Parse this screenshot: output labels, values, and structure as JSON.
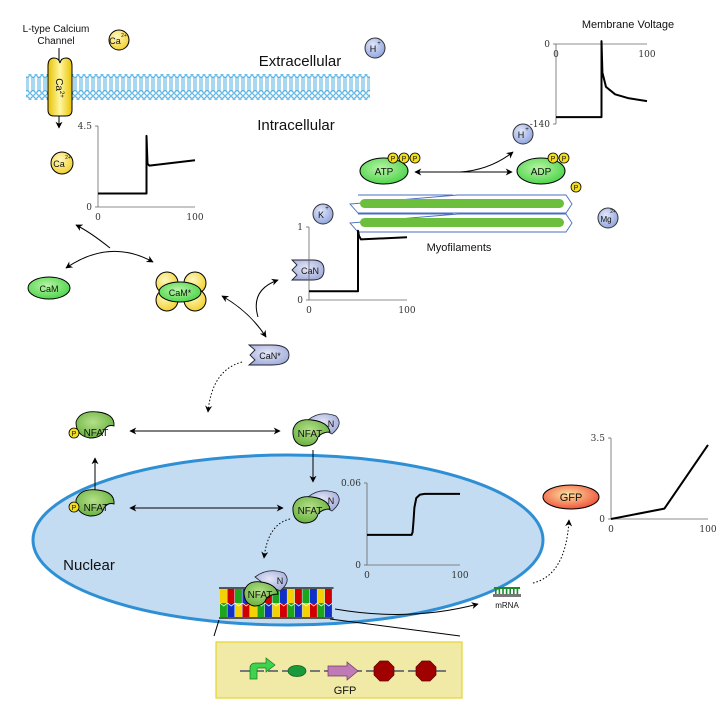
{
  "labels": {
    "extracellular": "Extracellular",
    "intracellular": "Intracellular",
    "nuclear": "Nuclear",
    "channel_line1": "L-type Calcium",
    "channel_line2": "Channel",
    "myofilaments": "Myofilaments",
    "mrna": "mRNA",
    "gfp_gene": "GFP"
  },
  "molecules": {
    "ca_ion": "Ca",
    "ca_charge": "2+",
    "h_ion": "H",
    "h_charge": "+",
    "k_ion": "K",
    "k_charge": "+",
    "mg_ion": "Mg",
    "mg_charge": "2+",
    "atp": "ATP",
    "adp": "ADP",
    "phosphate": "P",
    "cam": "CaM",
    "cam_active": "CaM*",
    "can": "CaN",
    "can_active": "CaN*",
    "nfat": "NFAT",
    "n_small": "N",
    "gfp": "GFP"
  },
  "colors": {
    "membrane": "#3fa9e0",
    "nucleus_fill": "#c3dcf2",
    "nucleus_border": "#2f8fd4",
    "calcium": "#f5d937",
    "ion_blue": "#a9b9e6",
    "green_protein": "#5fd95a",
    "nfat_green": "#7cc24b",
    "can_purple": "#a9b8e0",
    "gfp_red": "#f2553b",
    "construct_bg": "#f0eaa6",
    "stop_red": "#a10000",
    "cds_purple": "#c07ab6"
  },
  "chart_data": [
    {
      "type": "line",
      "title": "Membrane Voltage",
      "xlabel": "",
      "ylabel": "",
      "xlim": [
        0,
        100
      ],
      "ylim": [
        -140,
        0
      ],
      "xticks": [
        "0",
        "100"
      ],
      "yticks": [
        "0",
        "-140"
      ],
      "series": [
        {
          "name": "voltage",
          "x": [
            0,
            50,
            50,
            51,
            55,
            65,
            80,
            100
          ],
          "y": [
            -128,
            -128,
            5,
            -50,
            -75,
            -88,
            -95,
            -100
          ]
        }
      ]
    },
    {
      "type": "line",
      "title": "",
      "xlim": [
        0,
        100
      ],
      "ylim": [
        0,
        4.5
      ],
      "xticks": [
        "0",
        "100"
      ],
      "yticks": [
        "0",
        "4.5"
      ],
      "series": [
        {
          "name": "calcium",
          "x": [
            0,
            50,
            50,
            51,
            53,
            100
          ],
          "y": [
            0.75,
            0.75,
            3.95,
            2.4,
            2.3,
            2.6
          ]
        }
      ]
    },
    {
      "type": "line",
      "title": "",
      "xlim": [
        0,
        100
      ],
      "ylim": [
        0,
        1
      ],
      "xticks": [
        "0",
        "100"
      ],
      "yticks": [
        "0",
        "1"
      ],
      "series": [
        {
          "name": "active calcineurin",
          "x": [
            0,
            50,
            50,
            51,
            53,
            100
          ],
          "y": [
            0.12,
            0.12,
            0.95,
            0.88,
            0.83,
            0.86
          ]
        }
      ]
    },
    {
      "type": "line",
      "title": "",
      "xlim": [
        0,
        100
      ],
      "ylim": [
        0,
        0.06
      ],
      "xticks": [
        "0",
        "100"
      ],
      "yticks": [
        "0",
        "0.06"
      ],
      "series": [
        {
          "name": "nuclear NFAT",
          "x": [
            0,
            48,
            49,
            50,
            51,
            53,
            57,
            62,
            100
          ],
          "y": [
            0.022,
            0.022,
            0.024,
            0.032,
            0.042,
            0.049,
            0.0515,
            0.052,
            0.052
          ]
        }
      ]
    },
    {
      "type": "line",
      "title": "",
      "xlim": [
        0,
        100
      ],
      "ylim": [
        0,
        3.5
      ],
      "xticks": [
        "0",
        "100"
      ],
      "yticks": [
        "0",
        "3.5"
      ],
      "series": [
        {
          "name": "GFP",
          "x": [
            0,
            55,
            100
          ],
          "y": [
            0,
            0.45,
            3.2
          ]
        }
      ]
    }
  ]
}
